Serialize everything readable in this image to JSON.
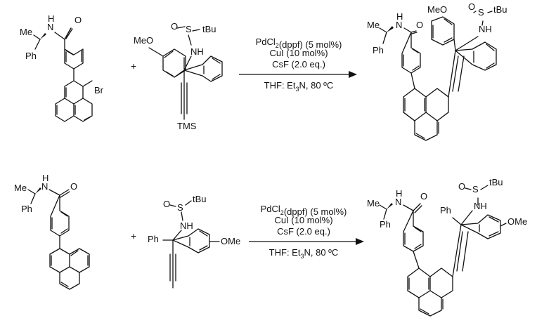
{
  "reactions": [
    {
      "reactant1": {
        "labels": {
          "me": "Me",
          "nh": "N",
          "h": "H",
          "o": "O",
          "ph": "Ph",
          "br": "Br"
        }
      },
      "plus": "+",
      "reactant2": {
        "labels": {
          "meo": "MeO",
          "s": "S",
          "o": "O",
          "tbu": "tBu",
          "nh": "NH",
          "tms": "TMS"
        }
      },
      "conditions": {
        "line1": "PdCl2(dppf) (5 mol%)",
        "line2": "CuI (10 mol%)",
        "line3": "CsF (2.0 eq.)",
        "line4": "THF: Et3N, 80 ºC"
      },
      "product": {
        "labels": {
          "me": "Me",
          "nh": "N",
          "h": "H",
          "o": "O",
          "ph": "Ph",
          "meo": "MeO",
          "s": "S",
          "so": "O",
          "tbu": "tBu",
          "snh": "NH"
        }
      }
    },
    {
      "reactant1": {
        "labels": {
          "me": "Me",
          "nh": "N",
          "h": "H",
          "o": "O",
          "ph": "Ph"
        }
      },
      "plus": "+",
      "reactant2": {
        "labels": {
          "o": "O",
          "s": "S",
          "tbu": "tBu",
          "nh": "NH",
          "ph": "Ph",
          "ome": "OMe"
        }
      },
      "conditions": {
        "line1": "PdCl2(dppf) (5 mol%)",
        "line2": "CuI (10 mol%)",
        "line3": "CsF (2.0 eq.)",
        "line4": "THF: Et3N, 80 ºC"
      },
      "product": {
        "labels": {
          "me": "Me",
          "nh": "N",
          "h": "H",
          "o": "O",
          "ph": "Ph",
          "ph2": "Ph",
          "s": "S",
          "so": "O",
          "tbu": "tBu",
          "snh": "NH",
          "ome": "OMe"
        }
      }
    }
  ]
}
